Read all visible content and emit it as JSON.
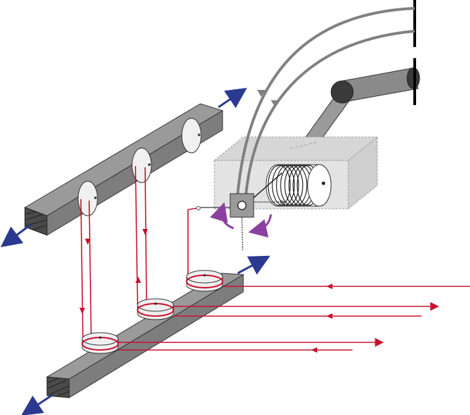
{
  "diagram": {
    "description_labels": [],
    "colors": {
      "beam_top": "#9a9a9a",
      "beam_front": "#7d7d7d",
      "beam_end": "#4a4a4a",
      "pulley": "#f0f0f0",
      "wire": "#c8102e",
      "arrow_blue": "#2b3990",
      "rotation_arrow": "#8b3fa0",
      "boom": "#7f7f7f",
      "box_fill": "#e3e3e3",
      "box_edge": "#a0a0a0",
      "mount_bar": "#000000"
    },
    "icons": [
      "beam",
      "pulley",
      "spool-drum",
      "needle-head",
      "sensor-box",
      "curved-arm",
      "boom-arm",
      "double-arrow",
      "rotation-arrow"
    ]
  }
}
